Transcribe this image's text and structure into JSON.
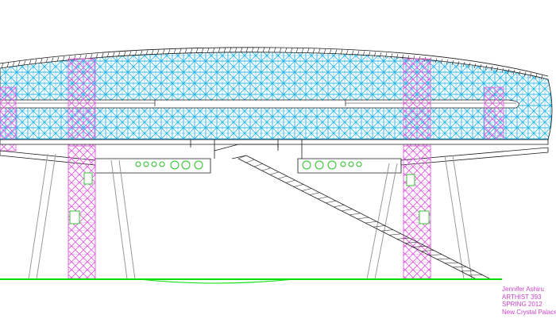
{
  "title_block": {
    "author": "Jennifer Ashiru",
    "course": "ARTHIST 393",
    "term": "SPRING 2012",
    "project": "New Crystal Palace"
  },
  "colors": {
    "background": "#ffffff",
    "glazing": "#29b6e6",
    "structure": "#e05ce0",
    "ground": "#00e000",
    "outline": "#1a1a1a",
    "secondary_lines": "#9a9a9a",
    "openings": "#22c022",
    "title_text": "#cc44cc"
  },
  "drawing": {
    "view": "elevation",
    "components": [
      "glazed-canopy-shell",
      "roof-rail",
      "lower-deck",
      "support-tower-left",
      "support-tower-right",
      "diagonal-struts",
      "entry-ramp",
      "ground-line"
    ]
  }
}
